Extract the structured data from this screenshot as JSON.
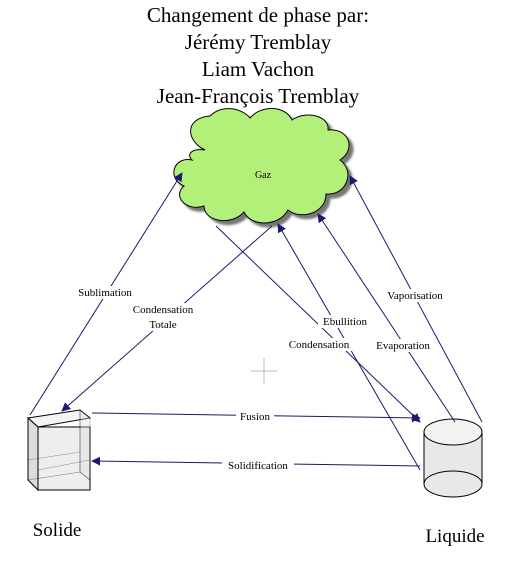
{
  "title": {
    "lines": [
      "Changement de phase par:",
      "Jérémy Tremblay",
      "Liam Vachon",
      "Jean-François Tremblay"
    ]
  },
  "nodes": {
    "gas": {
      "label": "Gaz",
      "color": "#b3f07a"
    },
    "solid": {
      "label": "Solide"
    },
    "liquid": {
      "label": "Liquide"
    }
  },
  "transitions": {
    "sublimation": "Sublimation",
    "condensation_totale_1": "Condensation",
    "condensation_totale_2": "Totale",
    "ebullition": "Ebullition",
    "condensation": "Condensation",
    "evaporation": "Evaporation",
    "vaporisation": "Vaporisation",
    "fusion": "Fusion",
    "solidification": "Solidification"
  },
  "colors": {
    "arrow": "#1a1a6e",
    "cloud_fill": "#b3f07a",
    "shape_fill": "#e8e8e8"
  }
}
